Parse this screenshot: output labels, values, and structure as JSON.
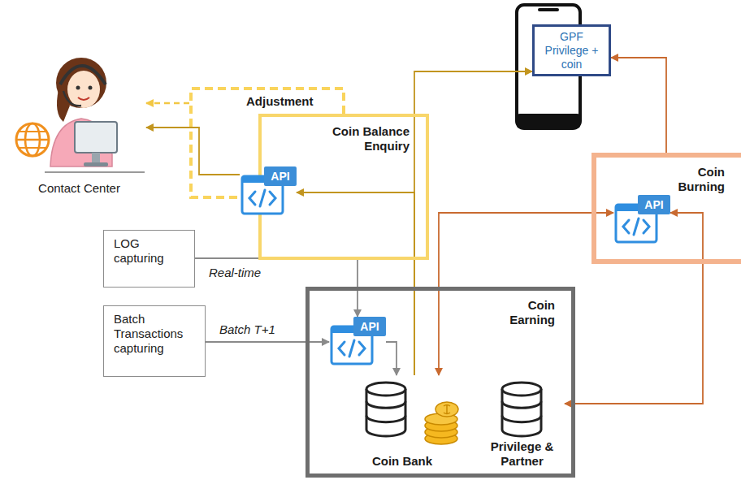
{
  "diagram": {
    "nodes": [
      {
        "text": [
          "GPF Privilege + coin"
        ]
      },
      {
        "text": [
          "Contact Center"
        ]
      },
      {
        "text": [
          "Adjustment"
        ]
      },
      {
        "text": [
          "Coin Balance Enquiry"
        ]
      },
      {
        "text": [
          "API"
        ]
      },
      {
        "text": [
          "Coin Burning"
        ]
      },
      {
        "text": [
          "API"
        ],
        "in": 5
      },
      {
        "text": [
          "LOG capturing"
        ]
      },
      {
        "text": [
          "Batch Transactions capturing"
        ]
      },
      {
        "text": [
          "Coin Earning"
        ]
      },
      {
        "text": [
          "API"
        ],
        "in": 9
      },
      {
        "text": [
          "Coin Bank"
        ],
        "in": 9
      },
      {
        "text": [
          "Privilege & Partner"
        ],
        "in": 9
      }
    ],
    "edges": [
      {
        "from": 7,
        "to": 10,
        "arrow": "to",
        "label": "Real-time"
      },
      {
        "from": 8,
        "to": 10,
        "arrow": "to",
        "label": "Batch T+1"
      },
      {
        "from": 10,
        "to": 11,
        "arrow": "to"
      },
      {
        "from": 11,
        "to": 4,
        "arrow": "to"
      },
      {
        "from": 11,
        "to": 0,
        "arrow": "to"
      },
      {
        "from": 4,
        "to": 1,
        "arrow": "to"
      },
      {
        "from": 2,
        "to": 1,
        "arrow": "to"
      },
      {
        "from": 5,
        "to": 0,
        "arrow": "to"
      },
      {
        "from": 6,
        "to": 11,
        "arrow": "both"
      },
      {
        "from": 6,
        "to": 12,
        "arrow": "both"
      }
    ]
  }
}
